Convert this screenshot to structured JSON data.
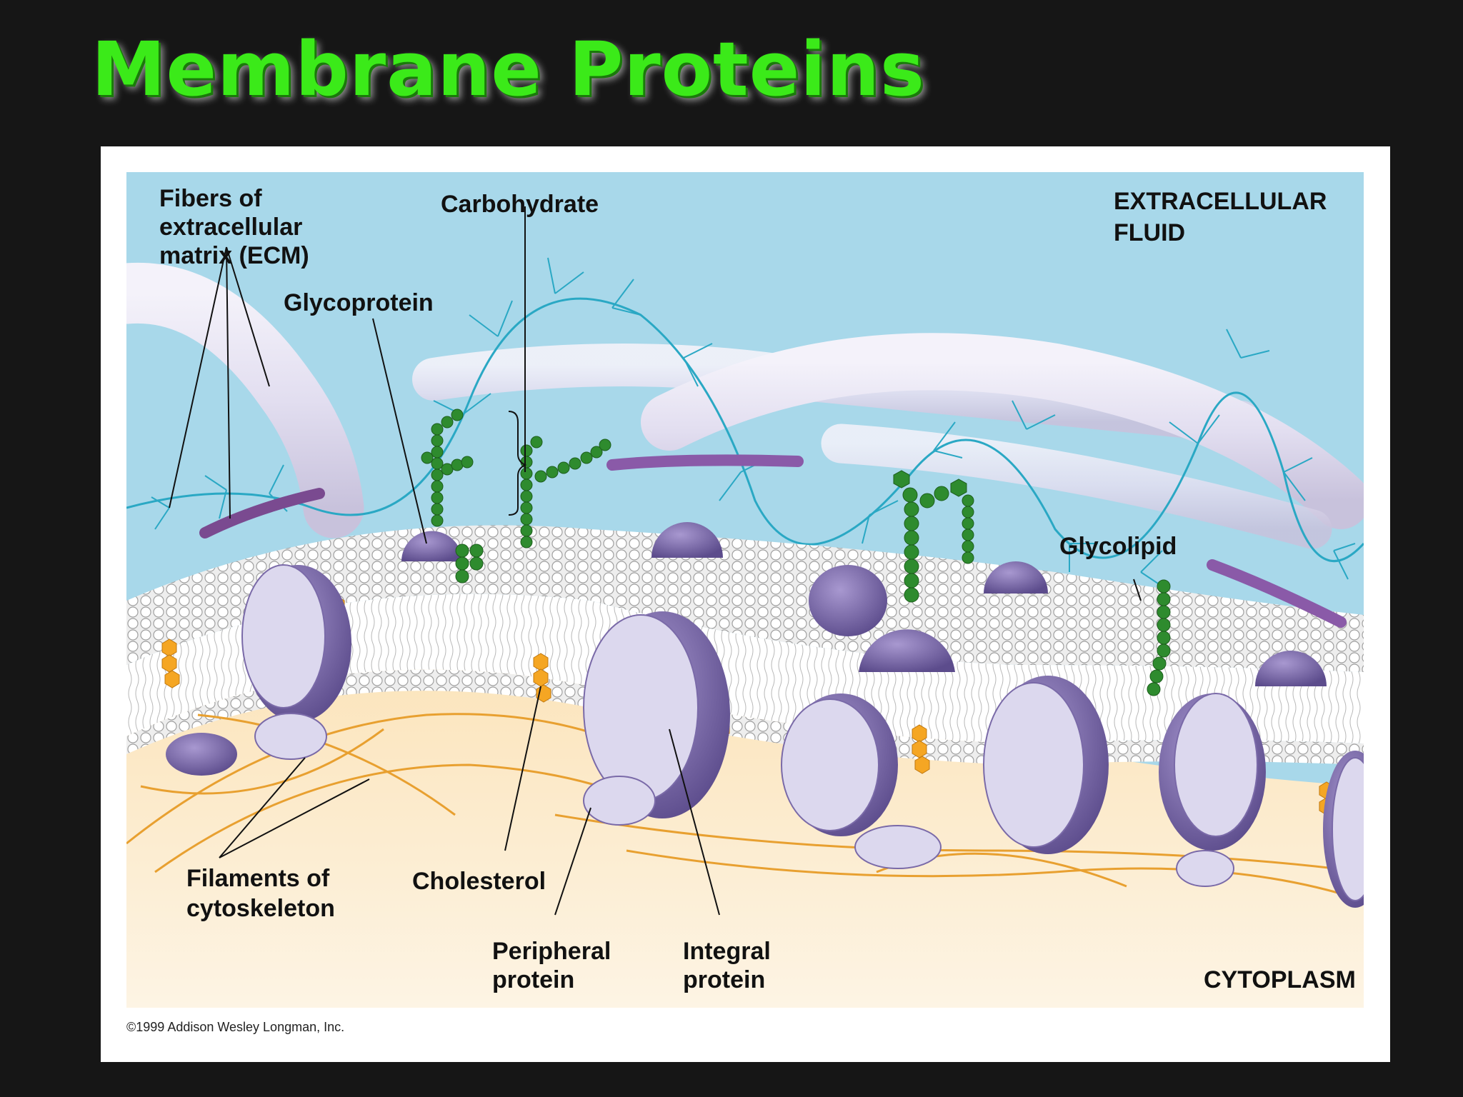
{
  "slide": {
    "title": "Membrane Proteins"
  },
  "labels": {
    "fibers_ecm": [
      "Fibers of",
      "extracellular",
      "matrix (ECM)"
    ],
    "carbohydrate": "Carbohydrate",
    "glycoprotein": "Glycoprotein",
    "extracellular_fluid": [
      "EXTRACELLULAR",
      "FLUID"
    ],
    "glycolipid": "Glycolipid",
    "filaments": [
      "Filaments of",
      "cytoskeleton"
    ],
    "cholesterol": "Cholesterol",
    "peripheral_protein": [
      "Peripheral",
      "protein"
    ],
    "integral_protein": [
      "Integral",
      "protein"
    ],
    "cytoplasm": "CYTOPLASM"
  },
  "copyright": "©1999 Addison Wesley Longman, Inc.",
  "colors": {
    "title_green": "#3bea19",
    "extracellular_blue": "#a8d8ea",
    "cytoplasm_cream": "#fdf0d8",
    "protein_purple": "#7a6aa8",
    "protein_light": "#dcd8ee",
    "carbohydrate_green": "#2e8b2e",
    "cholesterol_orange": "#f5a623",
    "filament_orange": "#e8a030",
    "ecm_fiber": "#e8e6f2",
    "ecm_branch": "#2aa8c4"
  }
}
